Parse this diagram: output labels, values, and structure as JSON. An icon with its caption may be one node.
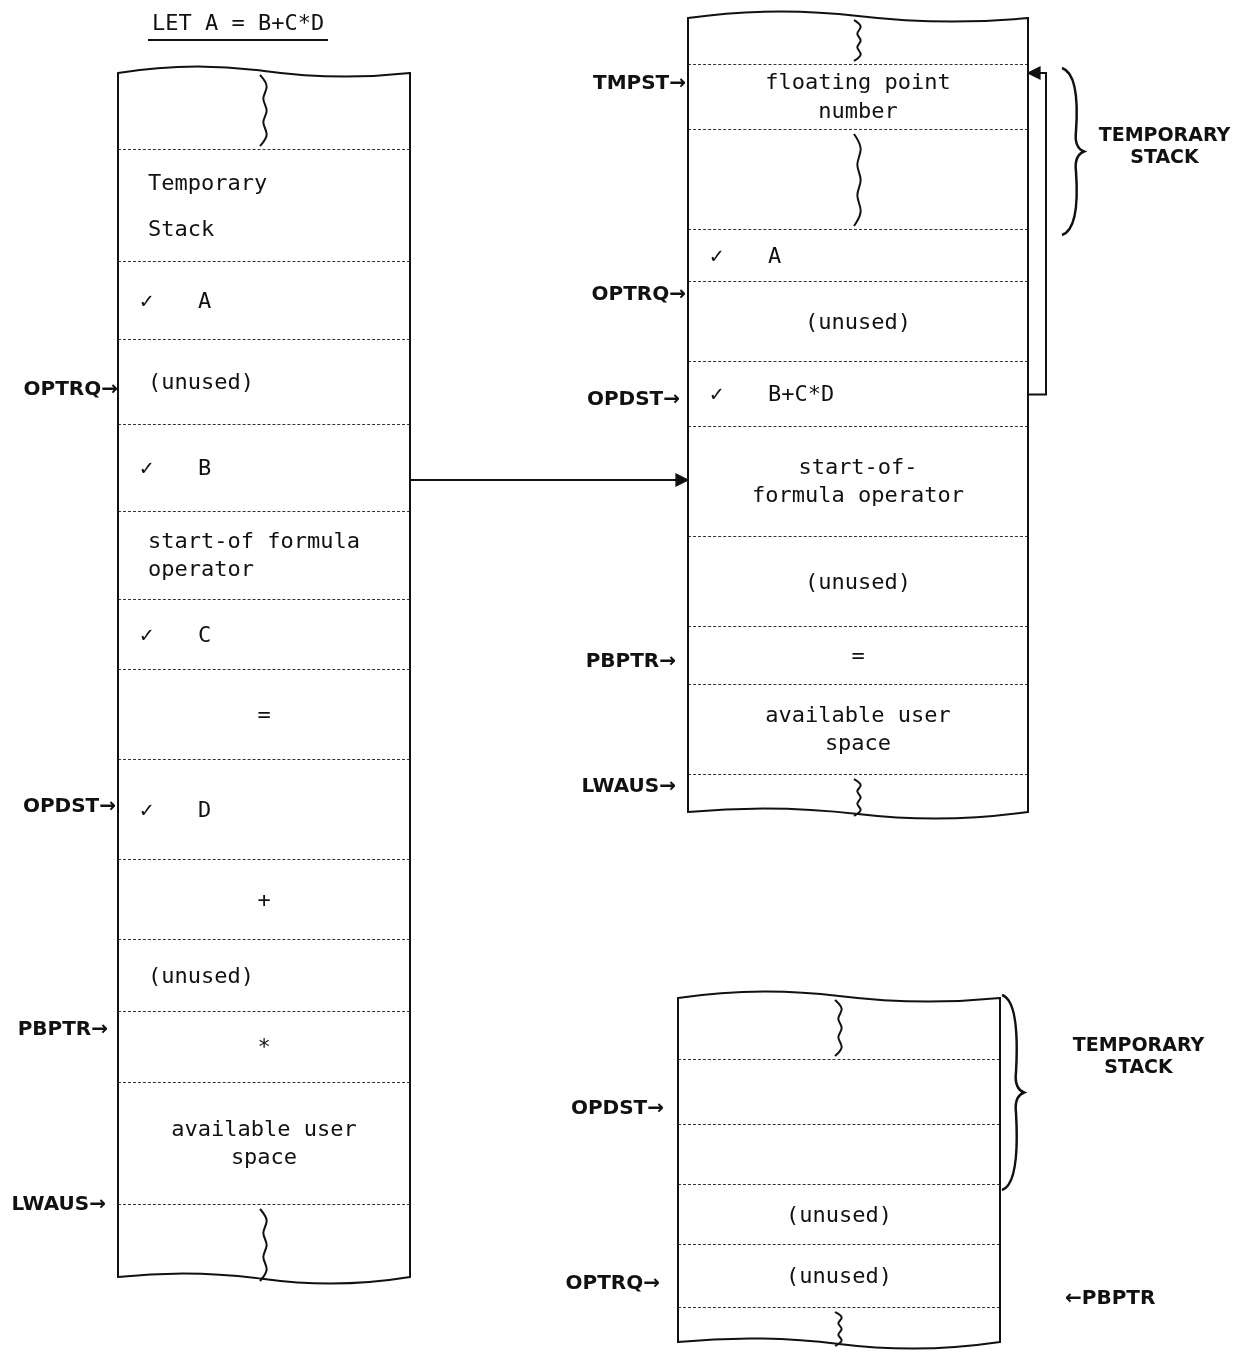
{
  "diagram": {
    "title": "LET A = B+C*D",
    "nodes": [
      {
        "text": [],
        "shape": "box"
      },
      {
        "text": [],
        "shape": "box",
        "in": 0
      },
      {
        "text": [
          "Temporary Stack"
        ],
        "in": 0
      },
      {
        "text": [
          "✓",
          "A"
        ],
        "in": 0
      },
      {
        "text": [
          "(unused)"
        ],
        "in": 0
      },
      {
        "text": [
          "✓",
          "B"
        ],
        "in": 0
      },
      {
        "text": [
          "start-of formula operator"
        ],
        "in": 0
      },
      {
        "text": [
          "✓",
          "C"
        ],
        "in": 0
      },
      {
        "text": [
          "="
        ],
        "in": 0
      },
      {
        "text": [
          "✓",
          "D"
        ],
        "in": 0
      },
      {
        "text": [
          "+"
        ],
        "in": 0
      },
      {
        "text": [
          "(unused)"
        ],
        "in": 0
      },
      {
        "text": [
          "*"
        ],
        "in": 0
      },
      {
        "text": [
          "available user space"
        ],
        "in": 0
      },
      {
        "text": [],
        "shape": "box",
        "in": 0
      },
      {
        "text": [],
        "shape": "box"
      },
      {
        "text": [],
        "shape": "box",
        "in": 15
      },
      {
        "text": [
          "floating point number"
        ],
        "in": 15
      },
      {
        "text": [],
        "shape": "box",
        "in": 15
      },
      {
        "text": [
          "✓",
          "A"
        ],
        "in": 15
      },
      {
        "text": [
          "(unused)"
        ],
        "in": 15
      },
      {
        "text": [
          "✓",
          "B+C*D"
        ],
        "in": 15
      },
      {
        "text": [
          "start-of- formula operator"
        ],
        "in": 15
      },
      {
        "text": [
          "(unused)"
        ],
        "in": 15
      },
      {
        "text": [
          "="
        ],
        "in": 15
      },
      {
        "text": [
          "available user space"
        ],
        "in": 15
      },
      {
        "text": [],
        "shape": "box",
        "in": 15
      },
      {
        "text": [],
        "shape": "box"
      },
      {
        "text": [],
        "shape": "box",
        "in": 27
      },
      {
        "text": [],
        "shape": "box",
        "in": 27
      },
      {
        "text": [],
        "shape": "box",
        "in": 27
      },
      {
        "text": [
          "(unused)"
        ],
        "in": 27
      },
      {
        "text": [
          "(unused)"
        ],
        "in": 27
      },
      {
        "text": [],
        "shape": "box",
        "in": 27
      }
    ],
    "edges": [
      {
        "from": 0,
        "to": 15,
        "arrow": "to"
      },
      {
        "from": 21,
        "to": 17,
        "arrow": "to"
      }
    ],
    "labels": [
      "OPTRQ→",
      "OPDST→",
      "PBPTR→",
      "LWAUS→",
      "TMPST→",
      "TEMPORARY STACK",
      "OPTRQ→",
      "OPDST→",
      "PBPTR→",
      "LWAUS→",
      "TEMPORARY STACK",
      "OPDST→",
      "OPTRQ→",
      "←PBPTR"
    ]
  }
}
